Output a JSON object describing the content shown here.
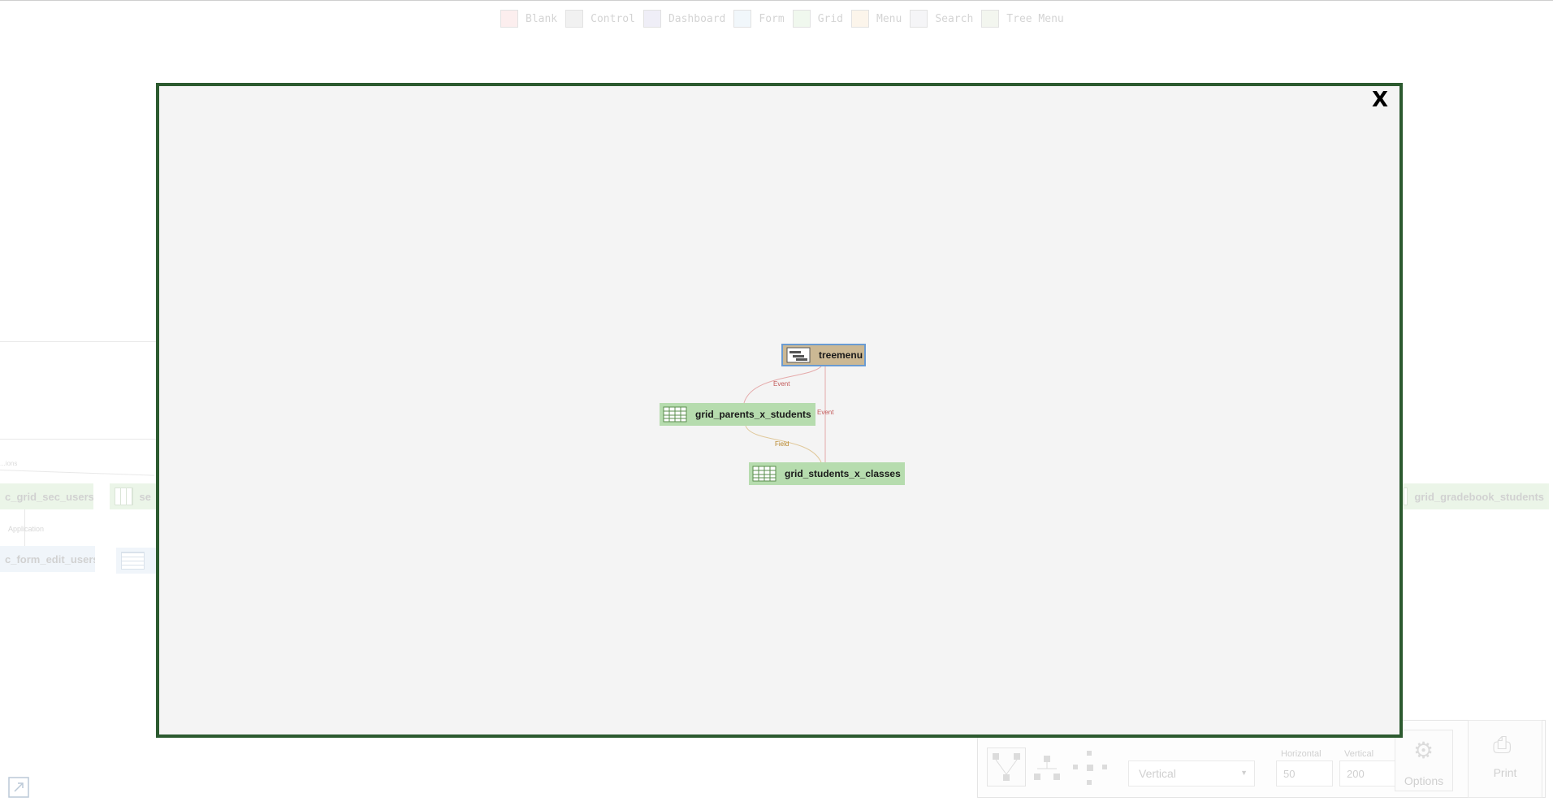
{
  "legend": [
    {
      "label": "Blank",
      "color": "#f7c6c6"
    },
    {
      "label": "Control",
      "color": "#cfcfcf"
    },
    {
      "label": "Dashboard",
      "color": "#c9c6e6"
    },
    {
      "label": "Form",
      "color": "#cfe4f4"
    },
    {
      "label": "Grid",
      "color": "#cde9c6"
    },
    {
      "label": "Menu",
      "color": "#f6dcb8"
    },
    {
      "label": "Search",
      "color": "#dcdce6"
    },
    {
      "label": "Tree Menu",
      "color": "#d6e2c8"
    }
  ],
  "background": {
    "nodes": {
      "sec_grid_users": "c_grid_sec_users",
      "sec_partial": "se",
      "sec_form_edit_users": "c_form_edit_users",
      "gradebook": "grid_gradebook_students"
    },
    "edge_label": "Application",
    "left_label": "...ions"
  },
  "modal": {
    "close_label": "X",
    "nodes": {
      "treemenu": "treemenu",
      "grid_parents": "grid_parents_x_students",
      "grid_students": "grid_students_x_classes"
    },
    "edges": {
      "event1": "Event",
      "event2": "Event",
      "field": "Field"
    },
    "colors": {
      "menu_node": "#cbb894",
      "grid_node": "#b6dcae",
      "event_edge": "#d98a8a",
      "field_edge": "#c99a3a",
      "border": "#2c5a2f"
    }
  },
  "toolbar": {
    "orientation": "Vertical",
    "horizontal_label": "Horizontal",
    "vertical_label": "Vertical",
    "horizontal_value": "50",
    "vertical_value": "200",
    "options_label": "Options",
    "print_label": "Print"
  }
}
